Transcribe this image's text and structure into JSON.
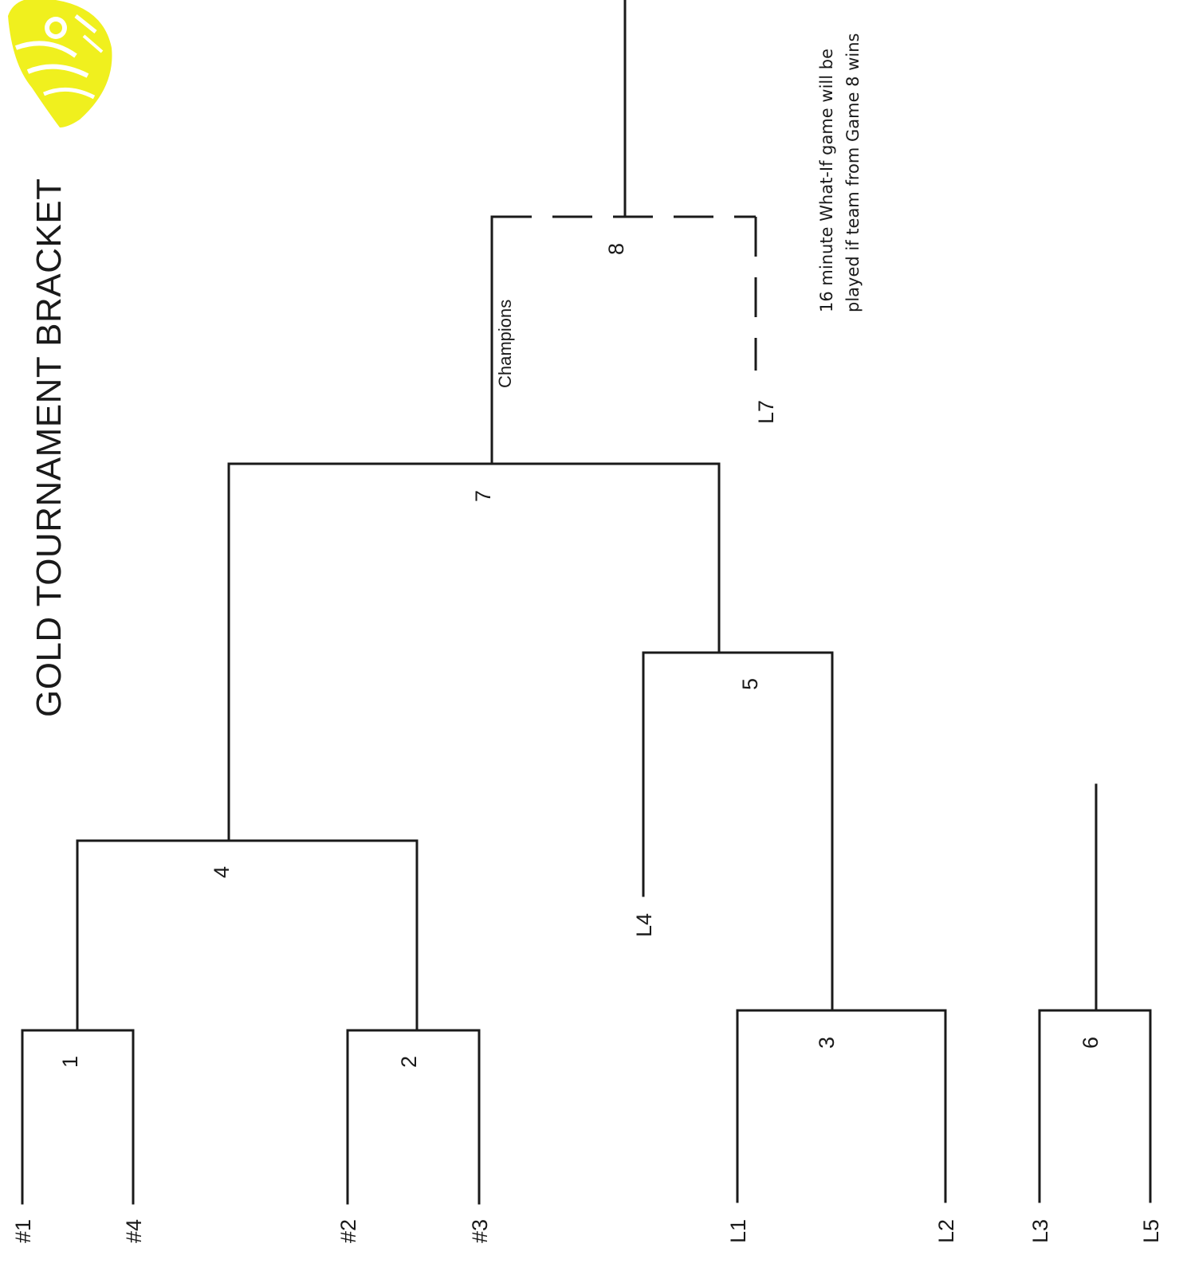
{
  "title": "GOLD TOURNAMENT BRACKET",
  "logo_color": "#f0f01e",
  "seeds": {
    "s1": "#1",
    "s4": "#4",
    "s2": "#2",
    "s3": "#3",
    "l1": "L1",
    "l2": "L2",
    "l3": "L3",
    "l5": "L5",
    "l4": "L4",
    "l7": "L7"
  },
  "games": {
    "g1": "1",
    "g2": "2",
    "g3": "3",
    "g4": "4",
    "g5": "5",
    "g6": "6",
    "g7": "7",
    "g8": "8"
  },
  "champions_label": "Champions",
  "note_line1": "16 minute What-If game will be",
  "note_line2": "played if team from Game 8 wins"
}
